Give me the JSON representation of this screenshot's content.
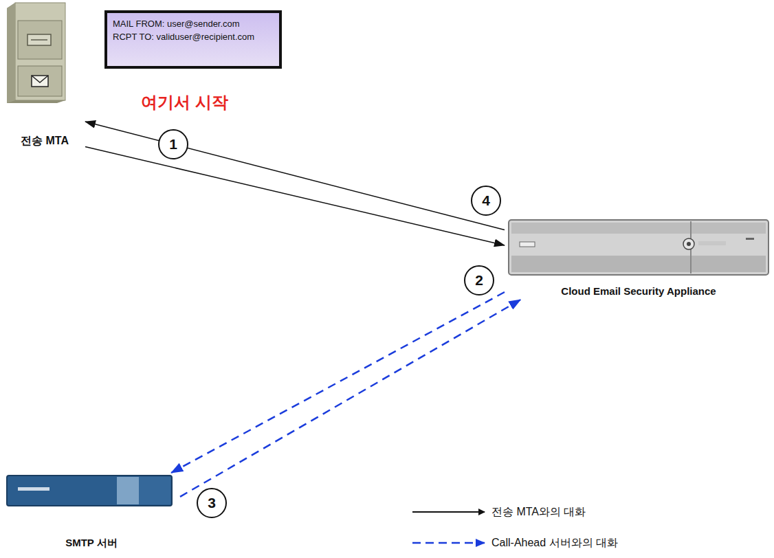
{
  "diagram": {
    "nodes": [
      {
        "text": [
          "전송 MTA"
        ]
      },
      {
        "text": [
          "MAIL FROM: user@sender.com",
          "RCPT TO: validuser@recipient.com"
        ]
      },
      {
        "text": [
          "Cloud Email Security Appliance"
        ]
      },
      {
        "text": [
          "SMTP 서버"
        ]
      }
    ],
    "edges": [
      {
        "from": 0,
        "to": 2,
        "arrow": "to"
      },
      {
        "from": 2,
        "to": 0,
        "arrow": "to"
      },
      {
        "from": 2,
        "to": 3,
        "arrow": "to"
      },
      {
        "from": 3,
        "to": 2,
        "arrow": "to"
      }
    ],
    "labels": [
      "여기서 시작",
      "1",
      "4",
      "2",
      "3"
    ],
    "legend": [
      {
        "text": "전송 MTA와의 대화"
      },
      {
        "text": "Call-Ahead 서버와의 대화"
      }
    ]
  }
}
